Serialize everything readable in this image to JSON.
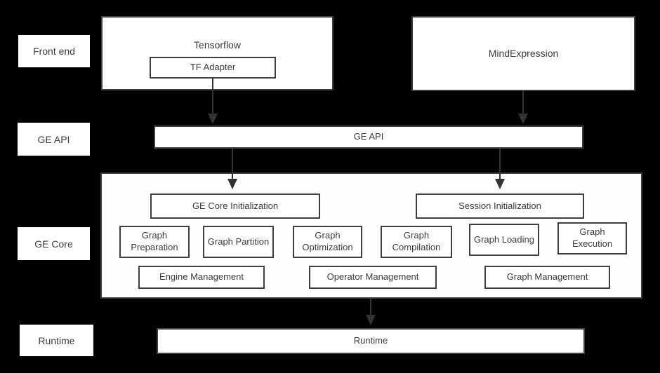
{
  "colors": {
    "background": "#000000",
    "box_fill": "#ffffff",
    "box_border": "#3f3f3f",
    "text": "#3b3b3b",
    "arrow": "#333333"
  },
  "row_labels": {
    "front_end": "Front end",
    "ge_api": "GE API",
    "ge_core": "GE Core",
    "runtime": "Runtime"
  },
  "front_end": {
    "tensorflow_label": "Tensorflow",
    "tf_adapter_label": "TF Adapter",
    "mindexpression_label": "MindExpression"
  },
  "ge_api_bar_label": "GE API",
  "ge_core": {
    "ge_core_initialization": "GE Core Initialization",
    "session_initialization": "Session Initialization",
    "pipeline": [
      "Graph Preparation",
      "Graph Partition",
      "Graph Optimization",
      "Graph Compilation",
      "Graph Loading",
      "Graph Execution"
    ],
    "management": [
      "Engine Management",
      "Operator Management",
      "Graph Management"
    ]
  },
  "runtime_bar_label": "Runtime"
}
